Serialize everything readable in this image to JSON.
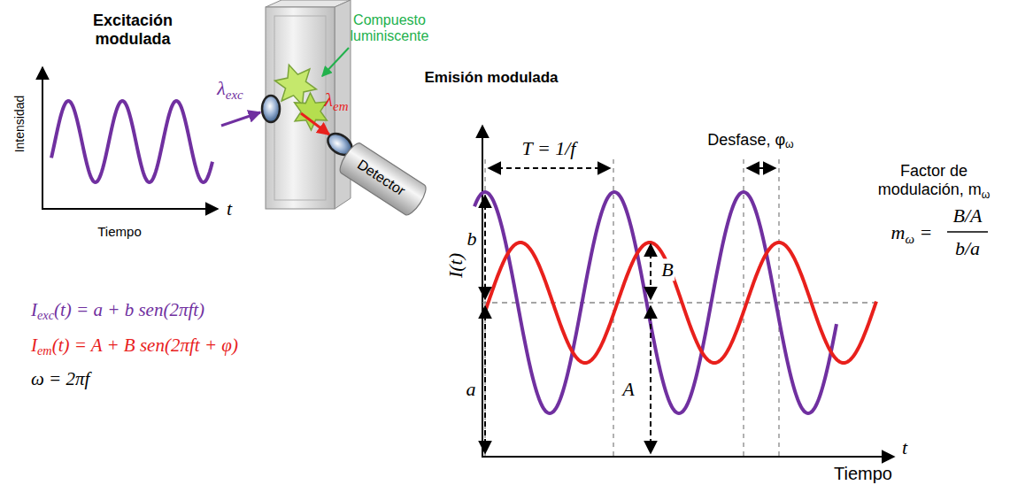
{
  "diagram": {
    "nodes": [
      {
        "text": [
          "Detector"
        ]
      }
    ],
    "labels": [
      "Excitación modulada",
      "Intensidad",
      "Tiempo",
      "t",
      "λexc",
      "Compuesto luminiscente",
      "λem",
      "Iexc(t) = a + b sen(2πft)",
      "Iem(t) = A + B sen(2πft + φ)",
      "ω = 2πf",
      "Emisión modulada",
      "T = 1/f",
      "Desfase, φω",
      "Factor de modulación, mω",
      "mω =",
      "B/A",
      "b/a",
      "b",
      "B",
      "I(t)",
      "a",
      "A",
      "t",
      "Tiempo"
    ]
  }
}
